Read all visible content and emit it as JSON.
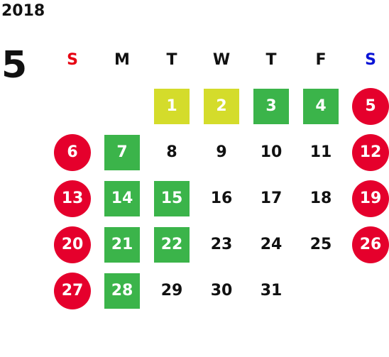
{
  "year": "2018",
  "month": "5",
  "weekdays": [
    {
      "label": "S",
      "color": "#e60012"
    },
    {
      "label": "M",
      "color": "#111111"
    },
    {
      "label": "T",
      "color": "#111111"
    },
    {
      "label": "W",
      "color": "#111111"
    },
    {
      "label": "T",
      "color": "#111111"
    },
    {
      "label": "F",
      "color": "#111111"
    },
    {
      "label": "S",
      "color": "#0a14d6"
    }
  ],
  "legend_colors": {
    "green": "#3bb44a",
    "yellow": "#d4dc2b",
    "red": "#e5002c"
  },
  "days": [
    {
      "day": "",
      "style": "empty"
    },
    {
      "day": "",
      "style": "empty"
    },
    {
      "day": "1",
      "style": "yellow"
    },
    {
      "day": "2",
      "style": "yellow"
    },
    {
      "day": "3",
      "style": "green"
    },
    {
      "day": "4",
      "style": "green"
    },
    {
      "day": "5",
      "style": "red"
    },
    {
      "day": "6",
      "style": "red"
    },
    {
      "day": "7",
      "style": "green"
    },
    {
      "day": "8",
      "style": "plain"
    },
    {
      "day": "9",
      "style": "plain"
    },
    {
      "day": "10",
      "style": "plain"
    },
    {
      "day": "11",
      "style": "plain"
    },
    {
      "day": "12",
      "style": "red"
    },
    {
      "day": "13",
      "style": "red"
    },
    {
      "day": "14",
      "style": "green"
    },
    {
      "day": "15",
      "style": "green"
    },
    {
      "day": "16",
      "style": "plain"
    },
    {
      "day": "17",
      "style": "plain"
    },
    {
      "day": "18",
      "style": "plain"
    },
    {
      "day": "19",
      "style": "red"
    },
    {
      "day": "20",
      "style": "red"
    },
    {
      "day": "21",
      "style": "green"
    },
    {
      "day": "22",
      "style": "green"
    },
    {
      "day": "23",
      "style": "plain"
    },
    {
      "day": "24",
      "style": "plain"
    },
    {
      "day": "25",
      "style": "plain"
    },
    {
      "day": "26",
      "style": "red"
    },
    {
      "day": "27",
      "style": "red"
    },
    {
      "day": "28",
      "style": "green"
    },
    {
      "day": "29",
      "style": "plain"
    },
    {
      "day": "30",
      "style": "plain"
    },
    {
      "day": "31",
      "style": "plain"
    }
  ]
}
